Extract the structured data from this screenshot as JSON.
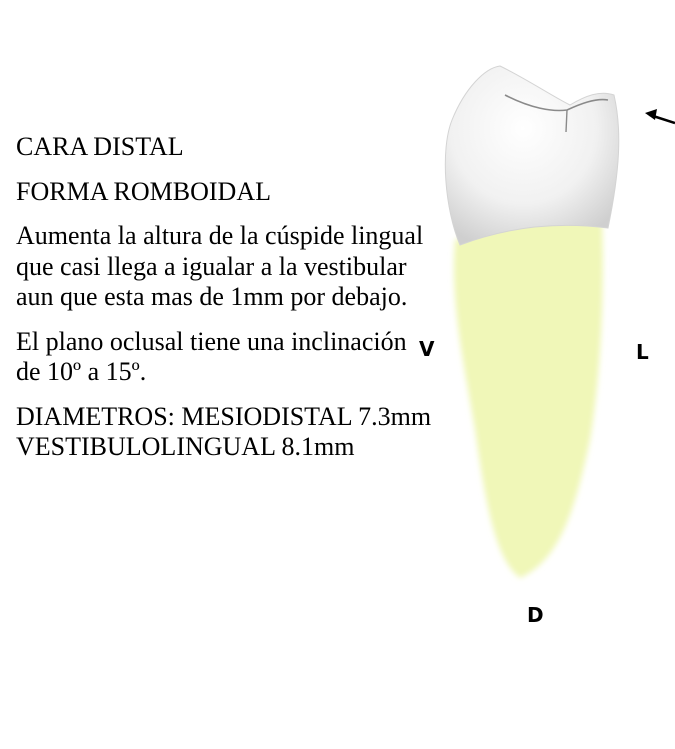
{
  "description": {
    "title": "CARA DISTAL",
    "shape": "FORMA ROMBOIDAL",
    "paragraph_cusp": "Aumenta la altura de la cúspide lingual que casi llega a igualar a la vestibular aun que esta mas de 1mm por debajo.",
    "paragraph_plane": "El plano oclusal tiene una inclinación de 10º a 15º.",
    "paragraph_diameters": "DIAMETROS: MESIODISTAL 7.3mm VESTIBULOLINGUAL 8.1mm"
  },
  "labels": {
    "vestibular": "V",
    "lingual": "L",
    "distal": "D"
  },
  "colors": {
    "root": "#F0F7B8",
    "crown": "#F2F2F2",
    "text": "#000000"
  }
}
